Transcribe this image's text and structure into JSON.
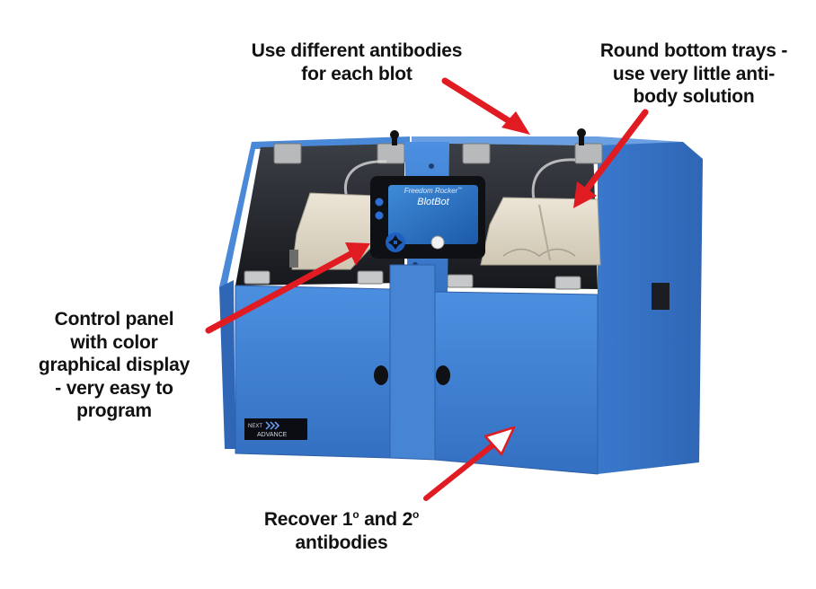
{
  "callouts": {
    "top_center": [
      "Use different antibodies",
      "for each blot"
    ],
    "top_right": [
      "Round bottom trays -",
      "use very little anti-",
      "body solution"
    ],
    "left": [
      "Control panel",
      "with color",
      "graphical display",
      "- very easy to",
      "program"
    ],
    "bottom_pre": "Recover 1",
    "bottom_sup1": "o",
    "bottom_mid": " and 2",
    "bottom_sup2": "o",
    "bottom_line2": "antibodies"
  },
  "device": {
    "screen_brand": "Freedom Rocker",
    "screen_tm": "™",
    "screen_product": "BlotBot",
    "logo_top": "NEXT",
    "logo_bottom": "ADVANCE"
  },
  "colors": {
    "body_blue": "#3f7fd0",
    "arrow_red": "#e11b22",
    "text": "#111111"
  },
  "icons": [
    "arrow-icon",
    "up-button-icon",
    "down-button-icon",
    "nav-pad-icon",
    "knob-icon"
  ]
}
